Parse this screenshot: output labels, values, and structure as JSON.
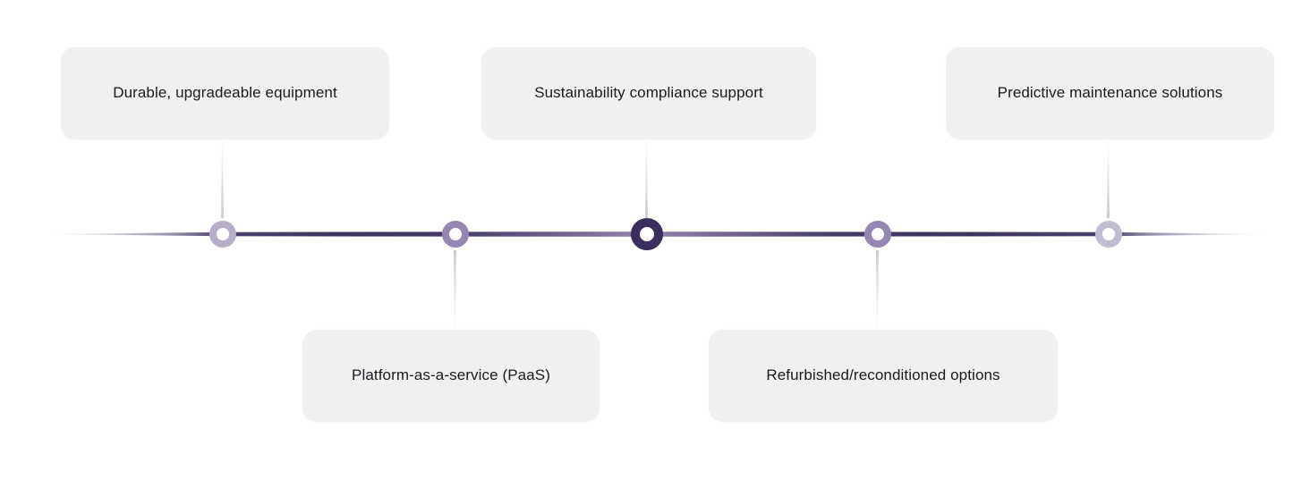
{
  "diagram": {
    "type": "horizontal-timeline",
    "background": "#ffffff",
    "card_background": "#f0f0f1",
    "text_color": "#1a1a1f",
    "connector_color": "#ccc9d4",
    "items": [
      {
        "label": "Durable, upgradeable equipment",
        "position": "above",
        "node_color": "#b6aec8",
        "emphasized": false
      },
      {
        "label": "Platform-as-a-service (PaaS)",
        "position": "below",
        "node_color": "#9487b1",
        "emphasized": false
      },
      {
        "label": "Sustainability compliance support",
        "position": "above",
        "node_color": "#3a2f5c",
        "emphasized": true
      },
      {
        "label": "Refurbished/reconditioned options",
        "position": "below",
        "node_color": "#9487b1",
        "emphasized": false
      },
      {
        "label": "Predictive maintenance solutions",
        "position": "above",
        "node_color": "#c2bcd3",
        "emphasized": false
      }
    ],
    "line_gradient": [
      {
        "offset": "0%",
        "color": "#b3aec0",
        "opacity": 0
      },
      {
        "offset": "4%",
        "color": "#b3aec0",
        "opacity": 0.45
      },
      {
        "offset": "14.6%",
        "color": "#4e4271",
        "opacity": 1
      },
      {
        "offset": "24%",
        "color": "#3e355e",
        "opacity": 1
      },
      {
        "offset": "33.7%",
        "color": "#453b67",
        "opacity": 1
      },
      {
        "offset": "49.3%",
        "color": "#9285ae",
        "opacity": 1
      },
      {
        "offset": "65%",
        "color": "#453b67",
        "opacity": 1
      },
      {
        "offset": "76%",
        "color": "#3e355e",
        "opacity": 1
      },
      {
        "offset": "87.2%",
        "color": "#4e4271",
        "opacity": 1
      },
      {
        "offset": "96%",
        "color": "#b3aec0",
        "opacity": 0.45
      },
      {
        "offset": "100%",
        "color": "#b3aec0",
        "opacity": 0
      }
    ]
  }
}
